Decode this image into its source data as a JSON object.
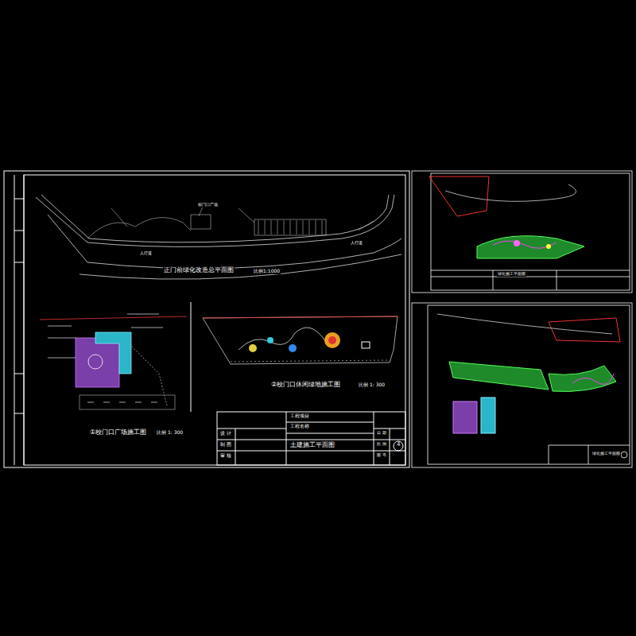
{
  "diagram": {
    "labels": [
      "正门前绿化改造总平面图",
      "比例1:1000",
      "①校门口广场施工图",
      "比例 1: 300",
      "②校门口休闲绿地施工图",
      "比例 1: 300",
      "设 计",
      "制 图",
      "审 核",
      "工程项目",
      "工程名称",
      "土建施工平面图",
      "日 期",
      "比 例",
      "图 号",
      "4",
      "人行道",
      "人行道",
      "校门口广场",
      "绿化施工平面图",
      "绿化施工平面图"
    ]
  }
}
